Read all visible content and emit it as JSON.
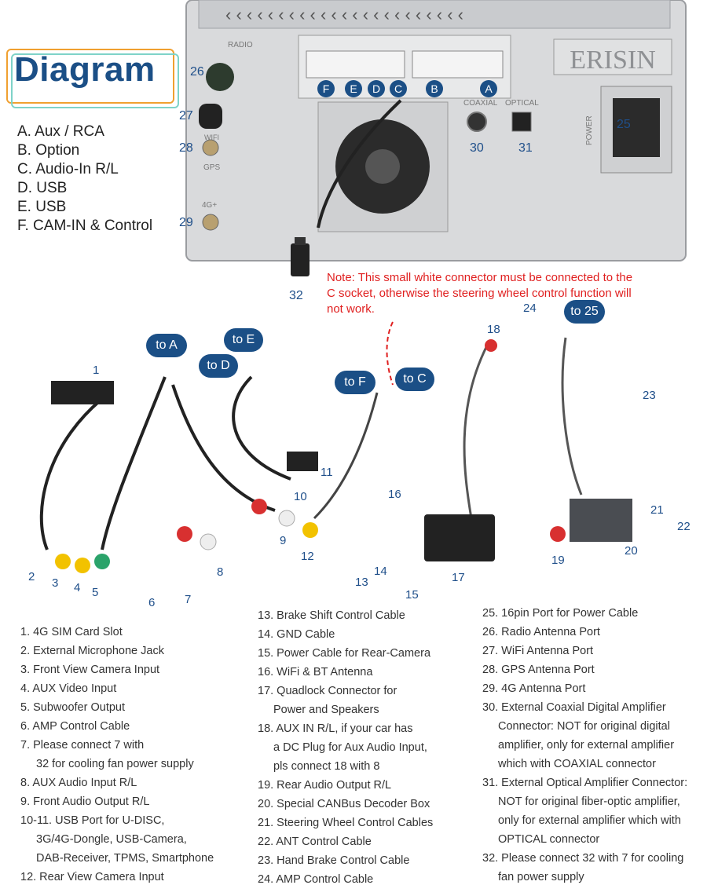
{
  "title": "Diagram",
  "legend": [
    "A. Aux / RCA",
    "B. Option",
    "C. Audio-In R/L",
    "D. USB",
    "E. USB",
    "F. CAM-IN & Control"
  ],
  "unit": {
    "brand": "ERISIN",
    "labels": {
      "radio": "RADIO",
      "wifi": "WIFI",
      "gps": "GPS",
      "g4": "4G+",
      "coaxial": "COAXIAL",
      "optical": "OPTICAL",
      "power": "POWER"
    },
    "socket_letters": [
      "F",
      "E",
      "D",
      "C",
      "B",
      "A"
    ]
  },
  "port_numbers": {
    "n26": "26",
    "n27": "27",
    "n28": "28",
    "n29": "29",
    "n30": "30",
    "n31": "31",
    "n25": "25",
    "n32": "32"
  },
  "note": "Note: This small white connector must be connected to the C socket, otherwise the steering wheel control function will not work.",
  "bubbles": {
    "toA": "to A",
    "toE": "to E",
    "toD": "to D",
    "toF": "to F",
    "toC": "to C",
    "to25": "to 25"
  },
  "cable_numbers": {
    "c1": "1",
    "c2": "2",
    "c3": "3",
    "c4": "4",
    "c5": "5",
    "c6": "6",
    "c7": "7",
    "c8": "8",
    "c9": "9",
    "c10": "10",
    "c11": "11",
    "c12": "12",
    "c13": "13",
    "c14": "14",
    "c15": "15",
    "c16": "16",
    "c17": "17",
    "c18": "18",
    "c19": "19",
    "c20": "20",
    "c21": "21",
    "c22": "22",
    "c23": "23",
    "c24": "24"
  },
  "descriptions": {
    "col1": [
      {
        "text": "1. 4G SIM Card Slot",
        "indent": false
      },
      {
        "text": "2. External Microphone Jack",
        "indent": false
      },
      {
        "text": "3. Front View Camera Input",
        "indent": false
      },
      {
        "text": "4. AUX Video Input",
        "indent": false
      },
      {
        "text": "5. Subwoofer Output",
        "indent": false
      },
      {
        "text": "6. AMP Control Cable",
        "indent": false
      },
      {
        "text": "7. Please connect 7 with",
        "indent": false
      },
      {
        "text": "32 for cooling fan power supply",
        "indent": true
      },
      {
        "text": "8. AUX Audio Input R/L",
        "indent": false
      },
      {
        "text": "9. Front Audio Output R/L",
        "indent": false
      },
      {
        "text": "10-11. USB Port for U-DISC,",
        "indent": false
      },
      {
        "text": "3G/4G-Dongle, USB-Camera,",
        "indent": true
      },
      {
        "text": "DAB-Receiver, TPMS, Smartphone",
        "indent": true
      },
      {
        "text": "12. Rear View Camera Input",
        "indent": false
      }
    ],
    "col2": [
      {
        "text": "13. Brake Shift Control Cable",
        "indent": false
      },
      {
        "text": "14. GND Cable",
        "indent": false
      },
      {
        "text": "15. Power Cable for Rear-Camera",
        "indent": false
      },
      {
        "text": "16. WiFi & BT Antenna",
        "indent": false
      },
      {
        "text": "17. Quadlock Connector for",
        "indent": false
      },
      {
        "text": "Power and Speakers",
        "indent": true
      },
      {
        "text": "18. AUX IN R/L, if your car has",
        "indent": false
      },
      {
        "text": "a DC Plug for Aux Audio Input,",
        "indent": true
      },
      {
        "text": "pls connect 18 with 8",
        "indent": true
      },
      {
        "text": "19. Rear Audio Output R/L",
        "indent": false
      },
      {
        "text": "20. Special CANBus Decoder Box",
        "indent": false
      },
      {
        "text": "21. Steering Wheel Control Cables",
        "indent": false
      },
      {
        "text": "22. ANT Control Cable",
        "indent": false
      },
      {
        "text": "23. Hand Brake Control Cable",
        "indent": false
      },
      {
        "text": "24. AMP Control Cable",
        "indent": false
      }
    ],
    "col3": [
      {
        "text": "25. 16pin Port for Power Cable",
        "indent": false
      },
      {
        "text": "26. Radio Antenna Port",
        "indent": false
      },
      {
        "text": "27. WiFi Antenna Port",
        "indent": false
      },
      {
        "text": "28. GPS Antenna Port",
        "indent": false
      },
      {
        "text": "29. 4G Antenna Port",
        "indent": false
      },
      {
        "text": "30. External Coaxial Digital Amplifier",
        "indent": false
      },
      {
        "text": "Connector: NOT for original digital",
        "indent": true
      },
      {
        "text": "amplifier, only for external amplifier",
        "indent": true
      },
      {
        "text": "which with COAXIAL connector",
        "indent": true
      },
      {
        "text": "31. External Optical Amplifier Connector:",
        "indent": false
      },
      {
        "text": "NOT for original fiber-optic amplifier,",
        "indent": true
      },
      {
        "text": "only for external amplifier which with",
        "indent": true
      },
      {
        "text": "OPTICAL connector",
        "indent": true
      },
      {
        "text": "32. Please connect 32 with 7 for cooling",
        "indent": false
      },
      {
        "text": "fan power supply",
        "indent": true
      }
    ]
  },
  "colors": {
    "accent": "#1b4f86",
    "note": "#e02020",
    "badge_orange": "#f0a030",
    "badge_teal": "#7fd3c8"
  }
}
